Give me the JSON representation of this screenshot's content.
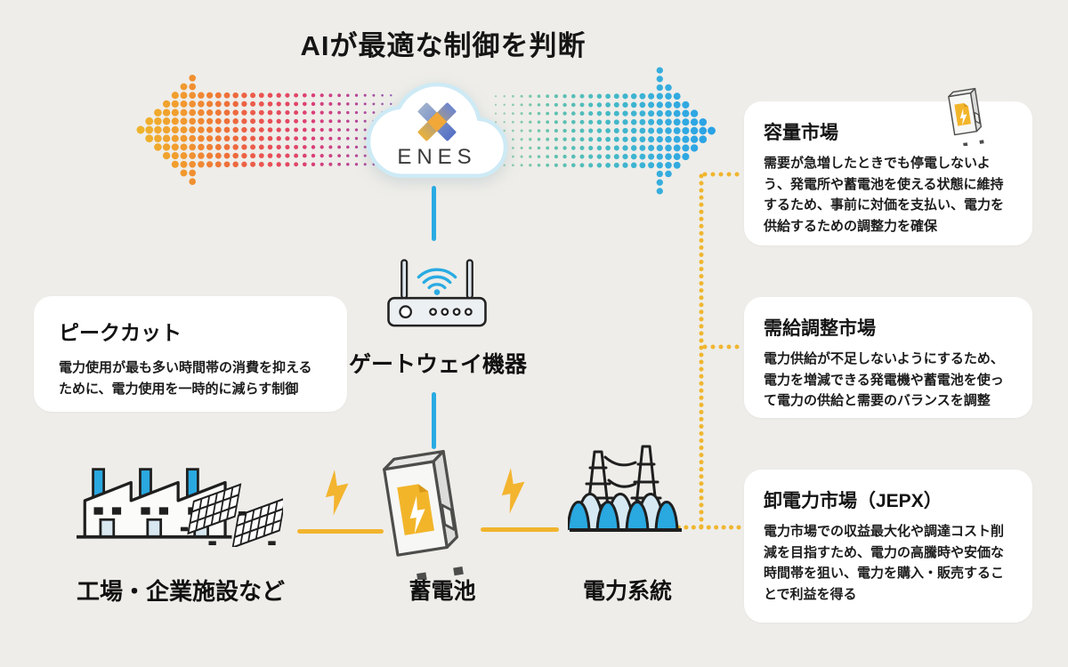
{
  "title": "AIが最適な制御を判断",
  "cloud": {
    "logo_text": "ENES"
  },
  "labels": {
    "gateway": "ゲートウェイ機器",
    "battery": "蓄電池",
    "facility": "工場・企業施設など",
    "grid": "電力系統"
  },
  "peakcut_card": {
    "title": "ピークカット",
    "body": "電力使用が最も多い時間帯の消費を抑えるために、電力使用を一時的に減らす制御"
  },
  "market_cards": [
    {
      "title": "容量市場",
      "body": "需要が急増したときでも停電しないよう、発電所や蓄電池を使える状態に維持するため、事前に対価を支払い、電力を供給するための調整力を確保"
    },
    {
      "title": "需給調整市場",
      "body": "電力供給が不足しないようにするため、電力を増減できる発電機や蓄電池を使って電力の供給と需要のバランスを調整"
    },
    {
      "title": "卸電力市場（JEPX）",
      "body": "電力市場での収益最大化や調達コスト削減を目指すため、電力の高騰時や安価な時間帯を狙い、電力を購入・販売することで利益を得る"
    }
  ],
  "colors": {
    "background": "#eeede9",
    "card": "#ffffff",
    "text": "#1c1c1c",
    "blue": "#29abe2",
    "yellow": "#f1b42e",
    "cloud_border": "#cdeaf5",
    "connector_dot": "#f0b62f",
    "left_arrow_stops": [
      "#efb32b",
      "#f1992f",
      "#ee7038",
      "#e94f55",
      "#db3f77",
      "#b84596",
      "#8a5cb8"
    ],
    "right_arrow_stops": [
      "#9ccfae",
      "#63c1ad",
      "#45bac4",
      "#36aedd",
      "#2aa2e6"
    ]
  },
  "icons": {
    "cloud": "cloud-icon",
    "enes_logo": "enes-x-ribbon-icon",
    "gateway": "wifi-router-icon",
    "battery": "storage-battery-icon",
    "facility": "factory-and-solar-panels-icon",
    "grid": "transmission-towers-icon",
    "bolt": "lightning-bolt-icon",
    "left_arrow": "dotted-arrow-left-icon",
    "right_arrow": "dotted-arrow-right-icon"
  }
}
